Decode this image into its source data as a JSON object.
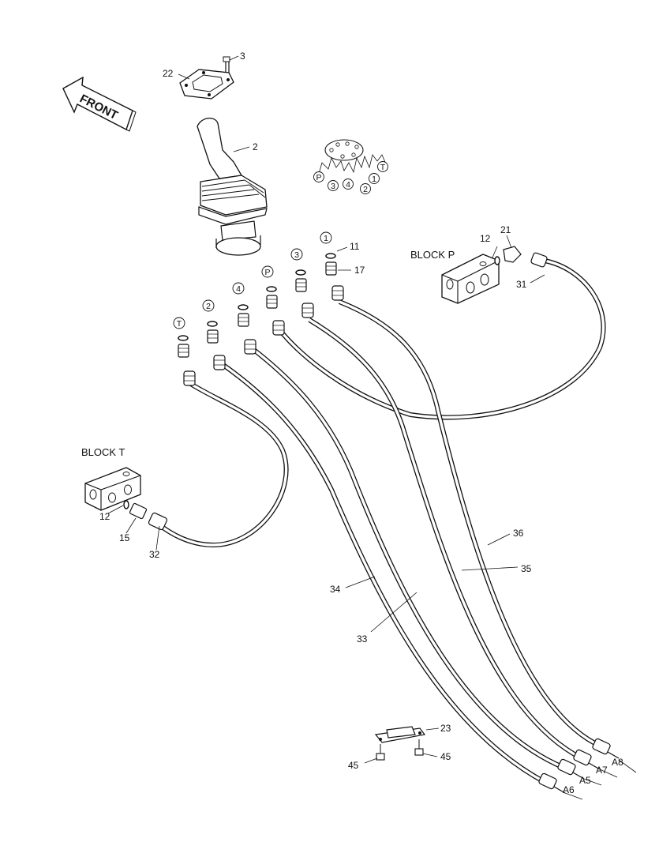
{
  "diagram": {
    "front_label": "FRONT",
    "block_p_label": "BLOCK P",
    "block_t_label": "BLOCK T",
    "port_symbols": {
      "T": "T",
      "two": "2",
      "four": "4",
      "P": "P",
      "three": "3",
      "one": "1"
    },
    "pattern_symbols": [
      "P",
      "3",
      "4",
      "2",
      "1",
      "T"
    ],
    "part_numbers": {
      "n2": "2",
      "n3": "3",
      "n11": "11",
      "n12a": "12",
      "n12b": "12",
      "n15": "15",
      "n17": "17",
      "n21": "21",
      "n22": "22",
      "n23": "23",
      "n31": "31",
      "n32": "32",
      "n33": "33",
      "n34": "34",
      "n35": "35",
      "n36": "36",
      "n45a": "45",
      "n45b": "45"
    },
    "hose_end_labels": {
      "a5": "A5",
      "a6": "A6",
      "a7": "A7",
      "a8": "A8"
    }
  }
}
